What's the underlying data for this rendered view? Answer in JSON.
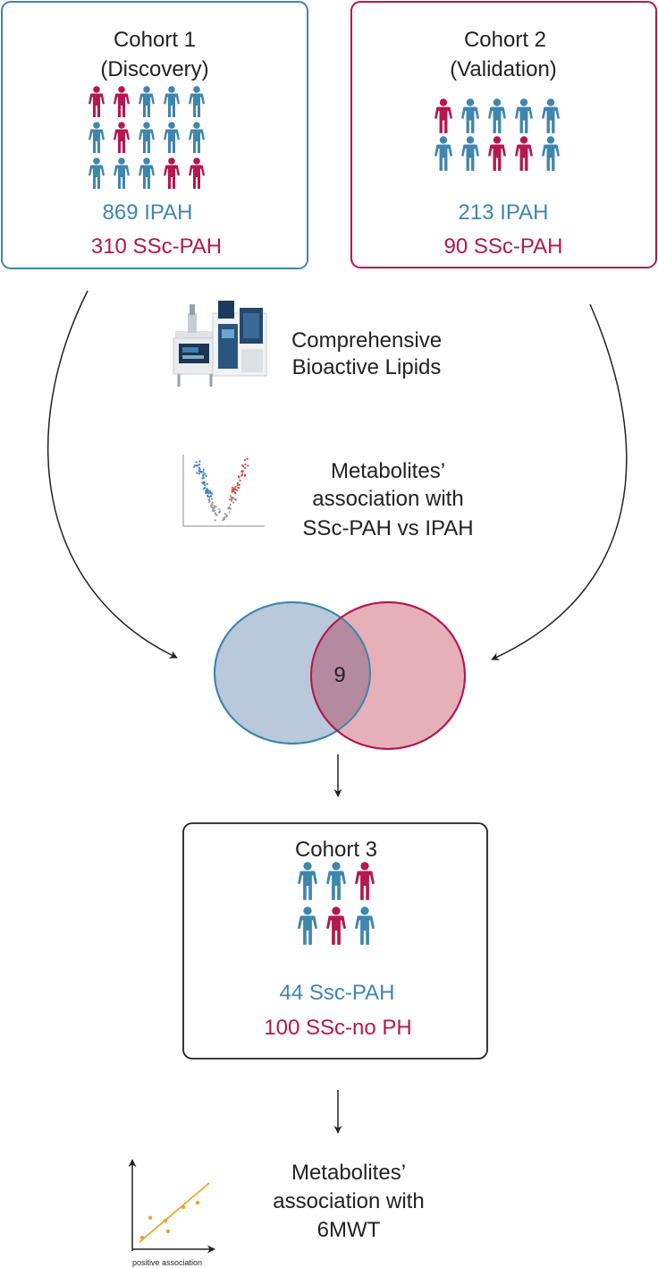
{
  "colors": {
    "blue": "#3f86ad",
    "magenta": "#b5174f",
    "dark": "#222222",
    "venn_blue_fill": "#b9c8da",
    "venn_red_fill": "#e6b0b8",
    "venn_overlap_fill": "#b38a9e",
    "scatter_orange": "#f0a030"
  },
  "icons": {
    "person": "person-icon",
    "instrument": "mass-spectrometer-icon",
    "volcano": "volcano-plot-icon",
    "scatter": "scatter-plot-icon",
    "arrow": "arrow-down-icon"
  },
  "cohort1": {
    "title_line1": "Cohort 1",
    "title_line2": "(Discovery)",
    "stat1": "869 IPAH",
    "stat2": "310 SSc-PAH",
    "people": [
      [
        "m",
        "m",
        "b",
        "b",
        "b"
      ],
      [
        "b",
        "m",
        "b",
        "b",
        "b"
      ],
      [
        "b",
        "b",
        "b",
        "m",
        "m"
      ]
    ]
  },
  "cohort2": {
    "title_line1": "Cohort 2",
    "title_line2": "(Validation)",
    "stat1": "213 IPAH",
    "stat2": "90 SSc-PAH",
    "people": [
      [
        "m",
        "b",
        "b",
        "b",
        "b"
      ],
      [
        "b",
        "b",
        "m",
        "m",
        "b"
      ]
    ]
  },
  "step1": {
    "line1": "Comprehensive",
    "line2": "Bioactive Lipids"
  },
  "step2": {
    "line1": "Metabolites’",
    "line2": "association with",
    "line3": "SSc-PAH vs IPAH"
  },
  "venn": {
    "overlap_count": "9"
  },
  "cohort3": {
    "title": "Cohort 3",
    "stat1": "44 Ssc-PAH",
    "stat2": "100 SSc-no PH",
    "people": [
      [
        "b",
        "b",
        "m"
      ],
      [
        "b",
        "m",
        "b"
      ]
    ]
  },
  "step3": {
    "line1": "Metabolites’",
    "line2": "association with",
    "line3": "6MWT",
    "caption": "positive association"
  }
}
